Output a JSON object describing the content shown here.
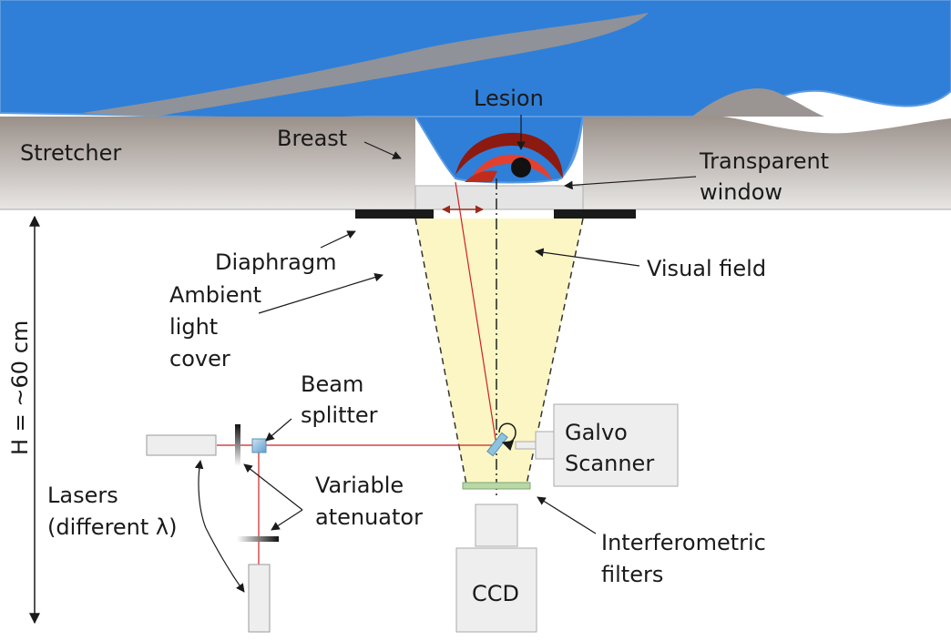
{
  "labels": {
    "lesion": "Lesion",
    "breast": "Breast",
    "stretcher": "Stretcher",
    "transparent_window": [
      "Transparent",
      "window"
    ],
    "diaphragm": "Diaphragm",
    "ambient_light_cover": [
      "Ambient",
      "light",
      "cover"
    ],
    "visual_field": "Visual field",
    "height": "H = ~60 cm",
    "beam_splitter": [
      "Beam",
      "splitter"
    ],
    "galvo_scanner": [
      "Galvo",
      "Scanner"
    ],
    "variable_attenuator": [
      "Variable",
      "atenuator"
    ],
    "lasers": [
      "Lasers",
      "(different λ)"
    ],
    "interferometric_filters": [
      "Interferometric",
      "filters"
    ],
    "ccd": "CCD"
  },
  "colors": {
    "tissue_blue": "#2f7fd8",
    "stretcher_gray": "#9a908a",
    "visual_field_yellow": "#fcf6c4",
    "laser_red": "#cc2222",
    "lesion_dark_red": "#8c1a10",
    "lesion_red": "#e2412f",
    "filter_green": "#b8d8a8",
    "splitter_blue": "#7fb6dd"
  }
}
